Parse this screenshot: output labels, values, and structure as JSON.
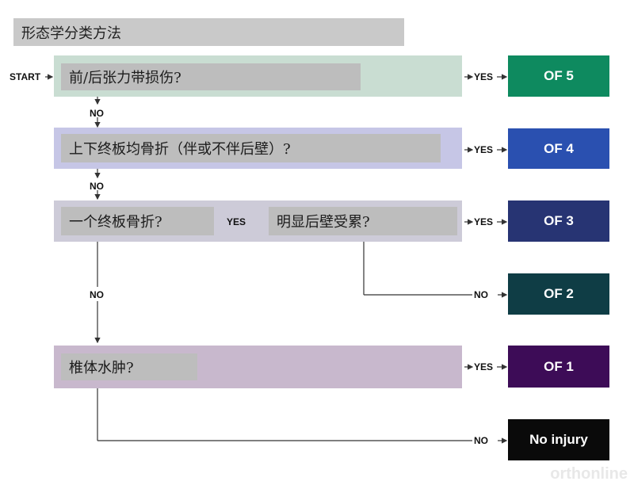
{
  "title": "形态学分类方法",
  "start_label": "START",
  "yes_label": "YES",
  "no_label": "NO",
  "questions": [
    {
      "text": "前/后张力带损伤?",
      "band_color": "#c9ddd2"
    },
    {
      "text": "上下终板均骨折（伴或不伴后壁）?",
      "band_color": "#c6c6e6"
    },
    {
      "text": "一个终板骨折?",
      "band_color": "#cdcbd8"
    },
    {
      "text": "明显后壁受累?",
      "band_color": "#cdcbd8"
    },
    {
      "text": "椎体水肿?",
      "band_color": "#c8b8cd"
    }
  ],
  "results": [
    {
      "label": "OF 5",
      "color": "#0e8a5f"
    },
    {
      "label": "OF 4",
      "color": "#2a50b0"
    },
    {
      "label": "OF 3",
      "color": "#273473"
    },
    {
      "label": "OF 2",
      "color": "#0f3d45"
    },
    {
      "label": "OF 1",
      "color": "#3d0c57"
    },
    {
      "label": "No injury",
      "color": "#0a0a0a"
    }
  ],
  "watermark": "orthonline"
}
